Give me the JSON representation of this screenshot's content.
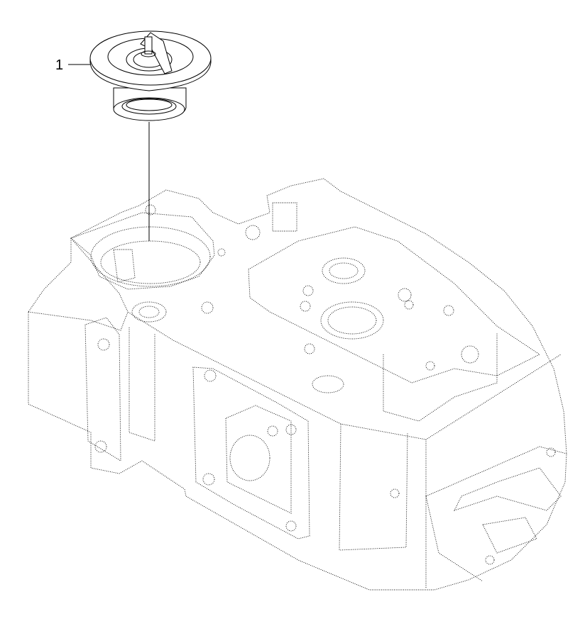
{
  "callouts": [
    {
      "number": "1"
    }
  ],
  "parts": [
    {
      "name": "thermostat",
      "icon": "thermostat-icon"
    },
    {
      "name": "cylinder head",
      "icon": "cylinder-head-icon"
    }
  ]
}
